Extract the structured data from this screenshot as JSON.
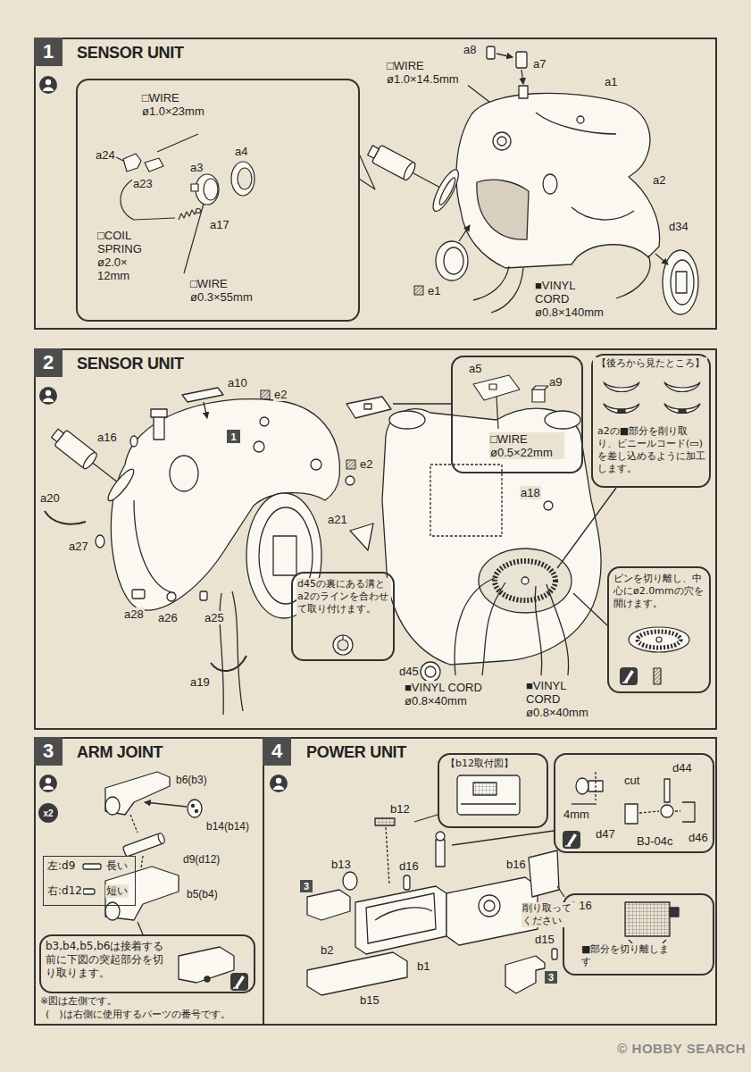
{
  "diagram": {
    "nodes": [
      {
        "text": [
          "SENSOR UNIT"
        ]
      },
      {
        "text": [
          "1"
        ],
        "in": 0
      },
      {
        "text": [
          "□WIRE ø1.0×23mm",
          "a24",
          "a23",
          "a3",
          "a4",
          "□COIL SPRING ø2.0× 12mm",
          "a17",
          "□WIRE ø0.3×55mm"
        ],
        "in": 0
      },
      {
        "text": [
          "SENSOR UNIT"
        ]
      },
      {
        "text": [
          "2"
        ],
        "in": 3
      },
      {
        "text": [
          "1"
        ],
        "in": 3
      },
      {
        "text": [
          "a5",
          "a9",
          "□WIRE ø0.5×22mm"
        ],
        "in": 3
      },
      {
        "text": [
          "【後ろから見たところ】",
          "a2の■部分を削り取り、ビニールコード(▭)を差し込めるように加工します。"
        ],
        "in": 3
      },
      {
        "text": [
          "d45の裏にある溝とa2のラインを合わせて取り付けます。"
        ],
        "in": 3
      },
      {
        "text": [
          "ピンを切り離し、中心にø2.0mmの穴を開けます。"
        ],
        "in": 3
      },
      {
        "text": [
          "ARM JOINT"
        ]
      },
      {
        "text": [
          "3"
        ],
        "in": 10
      },
      {
        "text": [
          "x2"
        ],
        "in": 10
      },
      {
        "text": [
          "左:d9",
          "長い",
          "右:d12",
          "短い"
        ],
        "in": 10
      },
      {
        "text": [
          "b3,b4,b5,b6は接着する前に下図の突起部分を切り取ります。"
        ],
        "in": 10
      },
      {
        "text": [
          "POWER UNIT"
        ]
      },
      {
        "text": [
          "4"
        ],
        "in": 15
      },
      {
        "text": [
          "【b12取付図】"
        ],
        "in": 15
      },
      {
        "text": [
          "cut",
          "4mm",
          "d44",
          "d46",
          "d47",
          "BJ-04c"
        ],
        "in": 15
      },
      {
        "text": [
          "3"
        ],
        "in": 15
      },
      {
        "text": [
          "b16",
          "■部分を切り離します"
        ],
        "in": 15
      },
      {
        "text": [
          "3"
        ],
        "in": 15
      }
    ],
    "labels": [
      "a8",
      "a7",
      "□WIRE ø1.0×14.5mm",
      "a1",
      "a2",
      "d34",
      "■VINYL CORD ø0.8×140mm",
      "e1",
      "a10",
      "e2",
      "a16",
      "e2",
      "a20",
      "a27",
      "a18",
      "a21",
      "a28",
      "a26",
      "a25",
      "a19",
      "d45",
      "■VINYL CORD ø0.8×40mm",
      "■VINYL CORD ø0.8×40mm",
      "b6(b3)",
      "b14(b14)",
      "d9(d12)",
      "b5(b4)",
      "※図は左側です。",
      "(　)は右側に使用するパーツの番号です。",
      "b12",
      "b13",
      "d16",
      "b16",
      "削り取ってください",
      "b2",
      "d15",
      "b1",
      "b15",
      "© HOBBY SEARCH"
    ]
  }
}
